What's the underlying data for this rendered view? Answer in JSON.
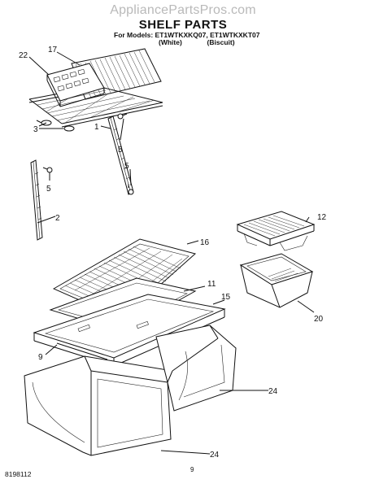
{
  "header": {
    "watermark": "AppliancePartsPros.com",
    "title": "SHELF PARTS",
    "models_line": "For Models: ET1WTKXKQ07, ET1WTKXKT07",
    "variant_white": "(White)",
    "variant_biscuit": "(Biscuit)"
  },
  "footer": {
    "document_number": "8198112",
    "page_number": "9"
  },
  "callouts": [
    "22",
    "17",
    "3",
    "1",
    "5",
    "5",
    "5",
    "2",
    "16",
    "12",
    "11",
    "15",
    "9",
    "20",
    "24",
    "24"
  ]
}
